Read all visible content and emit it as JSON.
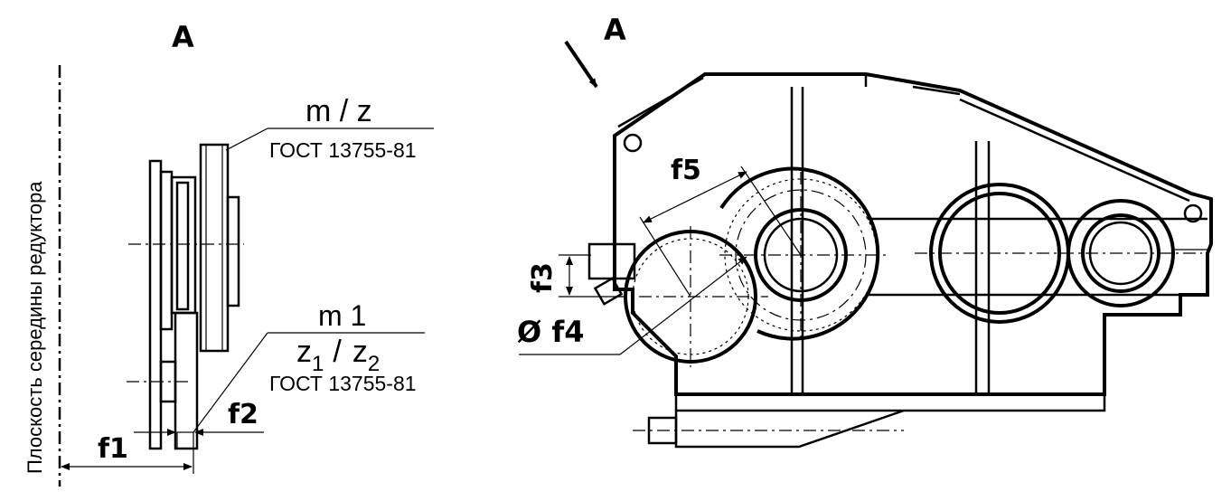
{
  "left_view": {
    "view_label": "A",
    "vertical_plane_label": "Плоскость середины редуктора",
    "callout_top": {
      "fraction": "m / z",
      "standard": "ГОСТ 13755-81"
    },
    "callout_bottom": {
      "line1": "m 1",
      "z1": "z",
      "z1_sub": "1",
      "slash": "/",
      "z2": "z",
      "z2_sub": "2",
      "standard": "ГОСТ 13755-81"
    },
    "dimensions": {
      "f1": "f1",
      "f2": "f2"
    }
  },
  "right_view": {
    "view_label": "A",
    "dimensions": {
      "f3": "f3",
      "f4": "Ø f4",
      "f5": "f5"
    }
  }
}
